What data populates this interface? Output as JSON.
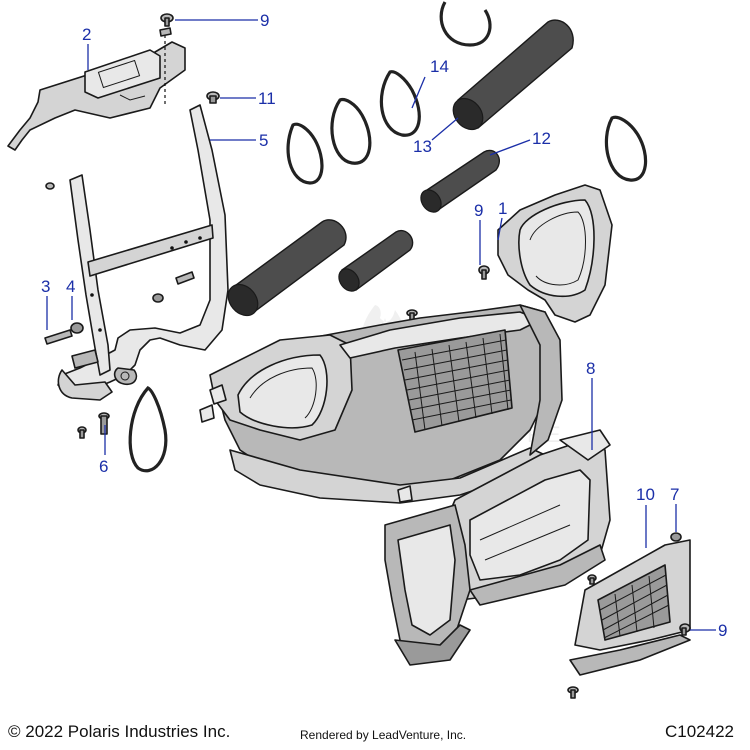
{
  "diagram": {
    "callouts": [
      {
        "id": "c2",
        "label": "2"
      },
      {
        "id": "c9a",
        "label": "9"
      },
      {
        "id": "c11",
        "label": "11"
      },
      {
        "id": "c5",
        "label": "5"
      },
      {
        "id": "c14",
        "label": "14"
      },
      {
        "id": "c13",
        "label": "13"
      },
      {
        "id": "c12",
        "label": "12"
      },
      {
        "id": "c9b",
        "label": "9"
      },
      {
        "id": "c1",
        "label": "1"
      },
      {
        "id": "c3",
        "label": "3"
      },
      {
        "id": "c4",
        "label": "4"
      },
      {
        "id": "c6",
        "label": "6"
      },
      {
        "id": "c8",
        "label": "8"
      },
      {
        "id": "c10",
        "label": "10"
      },
      {
        "id": "c7",
        "label": "7"
      },
      {
        "id": "c9c",
        "label": "9"
      }
    ],
    "watermark": "LEADVENTURE"
  },
  "footer": {
    "copyright": "© 2022 Polaris Industries Inc.",
    "rendered_by": "Rendered by LeadVenture, Inc.",
    "code": "C102422"
  },
  "colors": {
    "callout": "#1b2fa8",
    "line": "#1a1a1a",
    "tube": "#4d4d4d"
  }
}
